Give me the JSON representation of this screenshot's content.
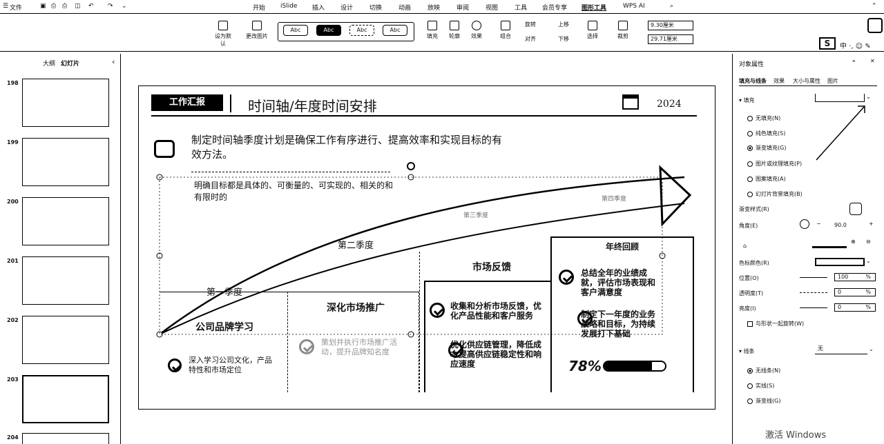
{
  "menubar": {
    "file": "文件",
    "tabs": [
      "开始",
      "iSlide",
      "插入",
      "设计",
      "切换",
      "动画",
      "放映",
      "审阅",
      "视图",
      "工具",
      "会员专享",
      "图形工具",
      "WPS AI"
    ]
  },
  "ribbon": {
    "set_default": "设为默认",
    "change_image": "更改图片",
    "abc": "Abc",
    "fill": "填充",
    "outline": "轮廓",
    "effect": "效果",
    "group": "组合",
    "rotate": "旋转",
    "align": "对齐",
    "up": "上移",
    "down": "下移",
    "select": "选择",
    "crop": "裁剪",
    "height": "9.30厘米",
    "width": "29.71厘米"
  },
  "leftpane": {
    "tab_outline": "大纲",
    "tab_slides": "幻灯片",
    "slides": [
      "198",
      "199",
      "200",
      "201",
      "202",
      "203",
      "204"
    ]
  },
  "slide": {
    "badge": "工作汇报",
    "title": "时间轴/年度时间安排",
    "year": "2024",
    "intro": "制定时间轴季度计划是确保工作有序进行、提高效率和实现目标的有效方法。",
    "sub": "明确目标都是具体的、可衡量的、可实现的、相关的和有限时的",
    "q1": "第一季度",
    "q2": "第二季度",
    "q3": "第三季度",
    "q4": "第四季度",
    "col1_title": "公司品牌学习",
    "col1_item": "深入学习公司文化，产品特性和市场定位",
    "col2_title": "深化市场推广",
    "col2_item": "策划并执行市场推广活动，提升品牌知名度",
    "col3_title": "市场反馈",
    "col3_item1": "收集和分析市场反馈，优化产品性能和客户服务",
    "col3_item2": "优化供应链管理，降低成本提高供应链稳定性和响应速度",
    "col4_title": "年终回顾",
    "col4_item1": "总结全年的业绩成就，评估市场表现和客户满意度",
    "col4_item2": "制定下一年度的业务战略和目标，为持续发展打下基础",
    "progress_label": "78%",
    "progress": 0.78
  },
  "rightpane": {
    "title": "对象属性",
    "tabs": [
      "填充与线条",
      "效果",
      "大小与属性",
      "图片"
    ],
    "fill_section": "填充",
    "fill_options": [
      "无填充(N)",
      "纯色填充(S)",
      "渐变填充(G)",
      "图片或纹理填充(P)",
      "图案填充(A)",
      "幻灯片背景填充(B)"
    ],
    "gradient_style": "渐变样式(R)",
    "angle_label": "角度(E)",
    "angle_value": "90.0",
    "color_stop": "色标颜色(R)",
    "position_label": "位置(O)",
    "position_value": "100",
    "transparency_label": "透明度(T)",
    "transparency_value": "0",
    "brightness_label": "亮度(I)",
    "brightness_value": "0",
    "rotate_with_shape": "与形状一起旋转(W)",
    "line_section": "线条",
    "line_value": "无",
    "line_options": [
      "无线条(N)",
      "实线(S)",
      "渐变线(G)"
    ],
    "pct": "%",
    "watermark": "激活 Windows"
  }
}
